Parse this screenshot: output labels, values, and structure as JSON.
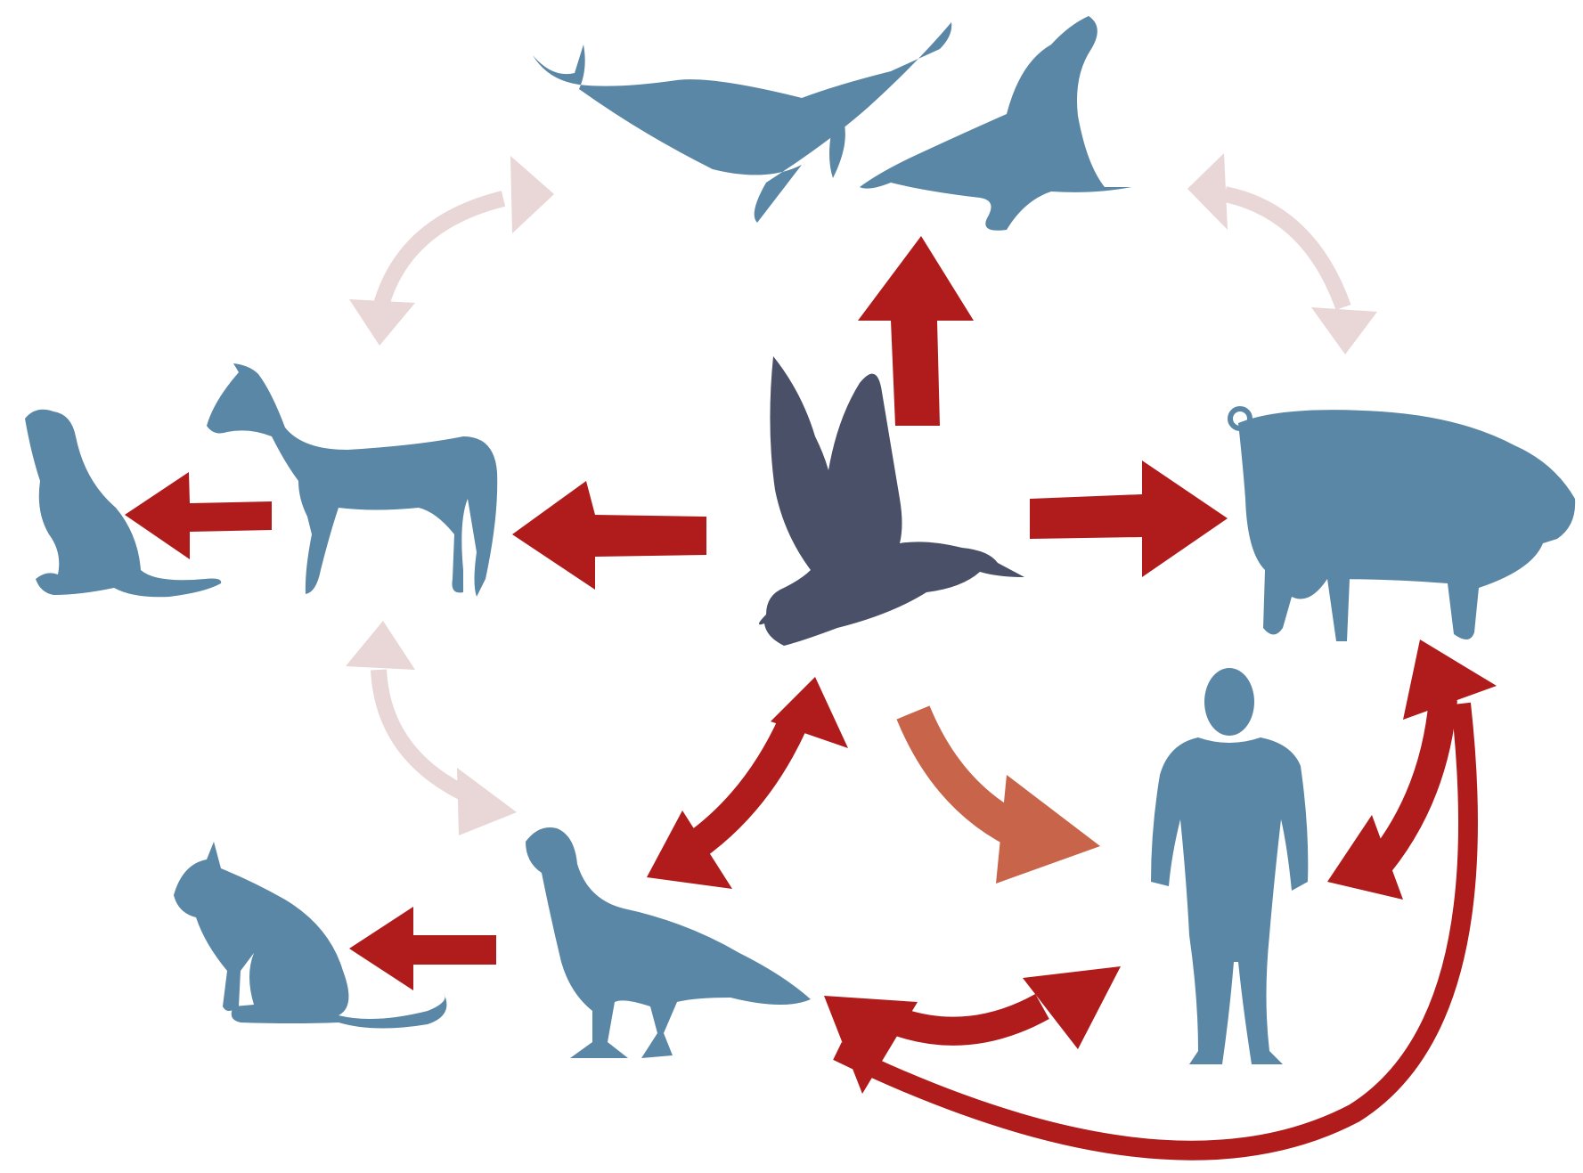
{
  "diagram": {
    "type": "transmission-network",
    "source": {
      "name": "wild-bird",
      "icon": "duck-icon",
      "color": "#4a5068"
    },
    "hosts": [
      {
        "name": "whale",
        "icon": "whale-icon"
      },
      {
        "name": "seal",
        "icon": "seal-icon"
      },
      {
        "name": "pig",
        "icon": "pig-icon"
      },
      {
        "name": "horse",
        "icon": "horse-icon"
      },
      {
        "name": "dog",
        "icon": "dog-icon"
      },
      {
        "name": "poultry",
        "icon": "chicken-icon"
      },
      {
        "name": "cat",
        "icon": "cat-icon"
      },
      {
        "name": "human",
        "icon": "human-icon"
      }
    ],
    "links": [
      {
        "from": "wild-bird",
        "to": "marine-mammals",
        "kind": "direct"
      },
      {
        "from": "wild-bird",
        "to": "horse",
        "kind": "direct"
      },
      {
        "from": "wild-bird",
        "to": "pig",
        "kind": "direct"
      },
      {
        "from": "horse",
        "to": "dog",
        "kind": "direct"
      },
      {
        "from": "poultry",
        "to": "cat",
        "kind": "direct"
      },
      {
        "from": "wild-bird",
        "to": "poultry",
        "kind": "bidirectional"
      },
      {
        "from": "wild-bird",
        "to": "human",
        "kind": "limited"
      },
      {
        "from": "poultry",
        "to": "human",
        "kind": "bidirectional"
      },
      {
        "from": "pig",
        "to": "human",
        "kind": "bidirectional"
      },
      {
        "from": "pig",
        "to": "poultry",
        "kind": "bidirectional"
      },
      {
        "from": "horse",
        "to": "marine-mammals",
        "kind": "possible"
      },
      {
        "from": "marine-mammals",
        "to": "pig",
        "kind": "possible"
      },
      {
        "from": "horse",
        "to": "poultry",
        "kind": "possible"
      }
    ],
    "colors": {
      "host": "#5b87a6",
      "source": "#4a5068",
      "direct": "#b01c1c",
      "limited": "#c8644a",
      "possible": "#e9d6d6"
    }
  }
}
